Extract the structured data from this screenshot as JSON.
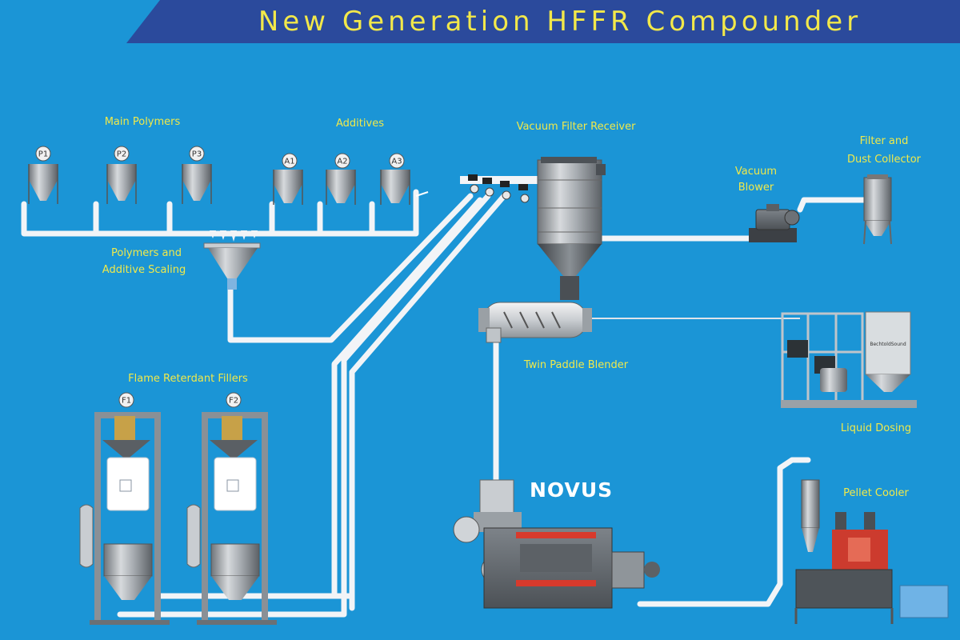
{
  "title": "New Generation HFFR Compounder",
  "labels": {
    "main_polymers": "Main Polymers",
    "additives": "Additives",
    "vacuum_filter_receiver": "Vacuum Filter Receiver",
    "filter_dust_line1": "Filter and",
    "filter_dust_line2": "Dust Collector",
    "vacuum_blower_line1": "Vacuum",
    "vacuum_blower_line2": "Blower",
    "scaling_line1": "Polymers and",
    "scaling_line2": "Additive Scaling",
    "flame_fillers": "Flame Reterdant Fillers",
    "twin_paddle": "Twin Paddle Blender",
    "liquid_dosing": "Liquid Dosing",
    "pellet_cooler": "Pellet Cooler",
    "brand": "NOVUS",
    "tank_nameplate": "BechtoldSound"
  },
  "hoppers": {
    "polymers": [
      "P1",
      "P2",
      "P3"
    ],
    "additives": [
      "A1",
      "A2",
      "A3"
    ],
    "fillers": [
      "F1",
      "F2"
    ]
  },
  "colors": {
    "background": "#1b95d6",
    "banner": "#2b4a9c",
    "label": "#f0e94a",
    "pipe": "#f2f4f7",
    "extruder": "#d83a2c"
  }
}
